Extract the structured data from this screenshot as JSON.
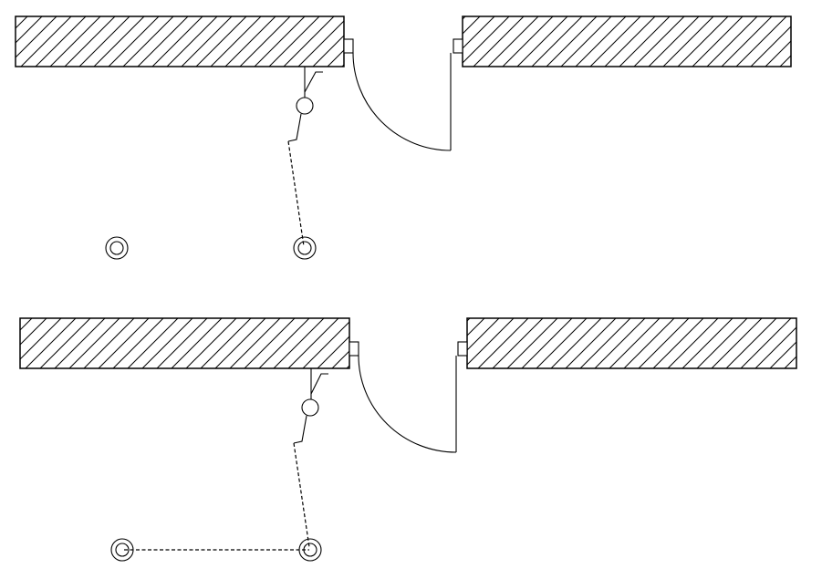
{
  "diagram": {
    "type": "architectural-floor-plan",
    "plans": [
      {
        "id": "upper",
        "elements": [
          "wall-segment-left",
          "wall-segment-right",
          "door-opening",
          "door-swing-arc",
          "switch-symbol",
          "wiring-run",
          "ceiling-light-fixture-left",
          "ceiling-light-fixture-right"
        ],
        "wiring_connects": [
          "switch",
          "ceiling-light-fixture-right"
        ]
      },
      {
        "id": "lower",
        "elements": [
          "wall-segment-left",
          "wall-segment-right",
          "door-opening",
          "door-swing-arc",
          "switch-symbol",
          "wiring-run",
          "ceiling-light-fixture-left",
          "ceiling-light-fixture-right"
        ],
        "wiring_connects": [
          "switch",
          "ceiling-light-fixture-right",
          "ceiling-light-fixture-left"
        ]
      }
    ],
    "colors": {
      "line": "#000000",
      "background": "#ffffff"
    }
  }
}
